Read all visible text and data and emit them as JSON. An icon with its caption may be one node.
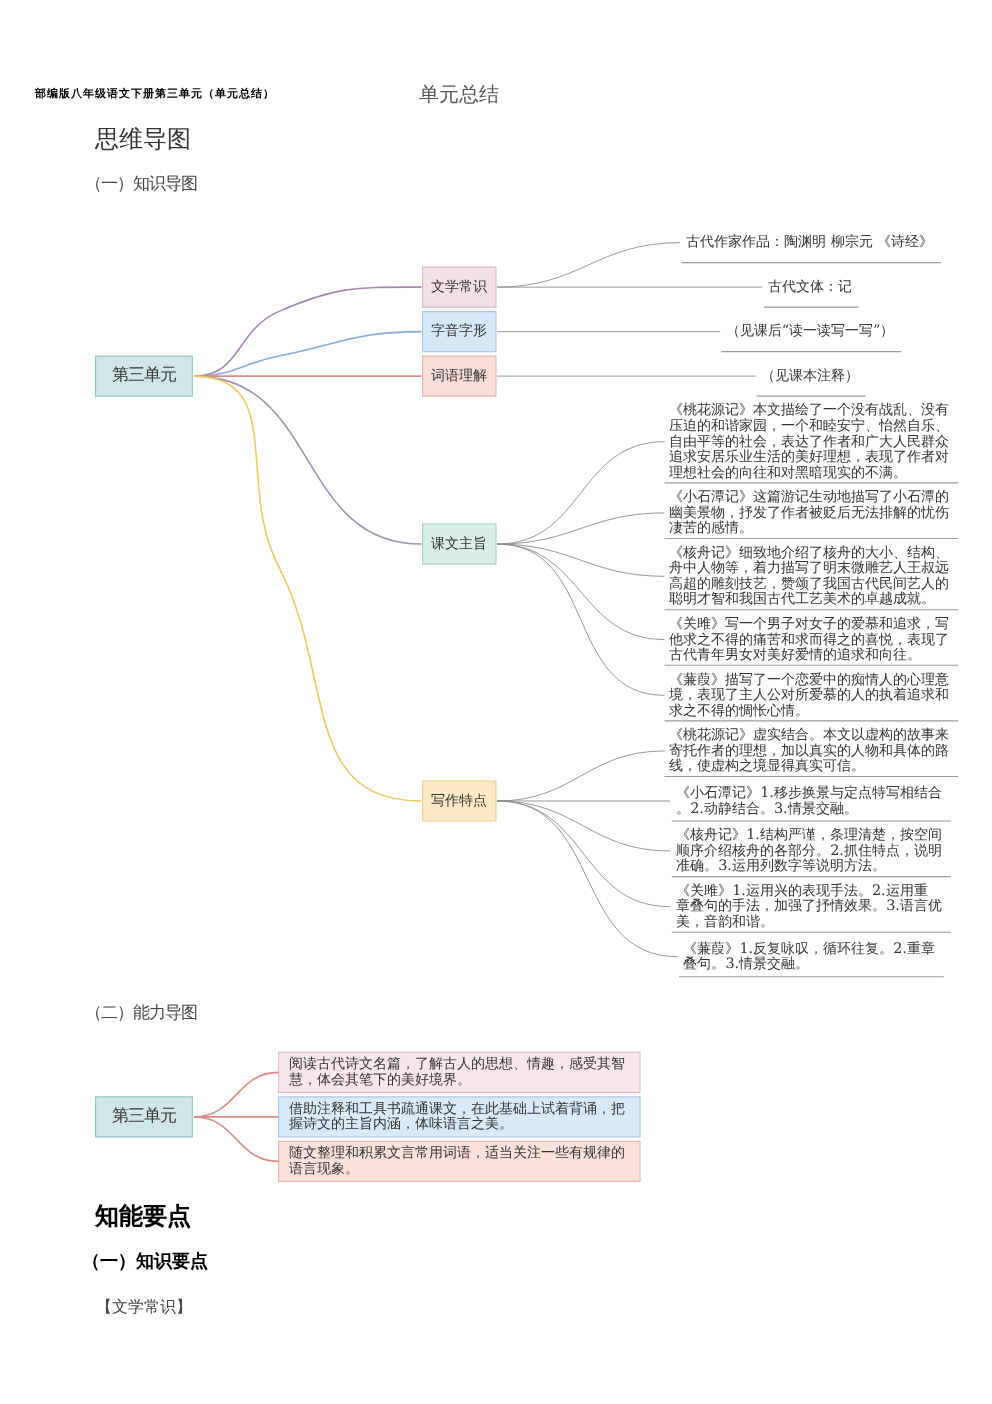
{
  "diagram": {
    "nodes": [
      {
        "text": [
          "第三单元"
        ]
      },
      {
        "text": [
          "文学常识"
        ]
      },
      {
        "text": [
          "古代作家作品：陶渊明 柳宗元 《诗经》"
        ]
      },
      {
        "text": [
          "古代文体：记"
        ]
      },
      {
        "text": [
          "字音字形"
        ]
      },
      {
        "text": [
          "（见课后“读一读写一写”）"
        ]
      },
      {
        "text": [
          "词语理解"
        ]
      },
      {
        "text": [
          "（见课本注释）"
        ]
      },
      {
        "text": [
          "课文主旨"
        ]
      },
      {
        "text": [
          "《桃花源记》本文描绘了一个没有战乱、没有压迫的和谐家园，一个和睦安宁、怡然自乐、自由平等的社会，表达了作者和广大人民群众追求安居乐业生活的美好理想，表现了作者对理想社会的向往和对黑暗现实的不满。"
        ]
      },
      {
        "text": [
          "《小石潭记》这篇游记生动地描写了小石潭的幽美景物，抒发了作者被贬后无法排解的忧伤凄苦的感情。"
        ]
      },
      {
        "text": [
          "《核舟记》细致地介绍了核舟的大小、结构、舟中人物等，着力描写了明末微雕艺人王叔远高超的雕刻技艺，赞颂了我国古代民间艺人的聪明才智和我国古代工艺美术的卓越成就。"
        ]
      },
      {
        "text": [
          "《关雎》写一个男子对女子的爱慕和追求，写他求之不得的痛苦和求而得之的喜悦，表现了古代青年男女对美好爱情的追求和向往。"
        ]
      },
      {
        "text": [
          "《蒹葭》描写了一个恋爱中的痴情人的心理意境，表现了主人公对所爱慕的人的执着追求和求之不得的惆怅心情。"
        ]
      },
      {
        "text": [
          "写作特点"
        ]
      },
      {
        "text": [
          "《桃花源记》虚实结合。本文以虚构的故事来寄托作者的理想，加以真实的人物和具体的路线，使虚构之境显得真实可信。"
        ]
      },
      {
        "text": [
          "《小石潭记》1.移步换景与定点特写相结合。2.动静结合。3.情景交融。"
        ]
      },
      {
        "text": [
          "《核舟记》1.结构严谨，条理清楚，按空间顺序介绍核舟的各部分。2.抓住特点，说明准确。3.运用列数字等说明方法。"
        ]
      },
      {
        "text": [
          "《关雎》1.运用兴的表现手法。2.运用重章叠句的手法，加强了抒情效果。3.语言优美，音韵和谐。"
        ]
      },
      {
        "text": [
          "《蒹葭》1.反复咏叹，循环往复。2.重章叠句。3.情景交融。"
        ]
      },
      {
        "text": [
          "第三单元"
        ]
      },
      {
        "text": [
          "阅读古代诗文名篇，了解古人的思想、情趣，感受其智慧，体会其笔下的美好境界。"
        ]
      },
      {
        "text": [
          "借助注释和工具书疏通课文，在此基础上试着背诵，把握诗文的主旨内涵，体味语言之美。"
        ]
      },
      {
        "text": [
          "随文整理和积累文言常用词语，适当关注一些有规律的语言现象。"
        ]
      }
    ],
    "edges": [
      {
        "from": 0,
        "to": 1,
        "arrow": "none",
        "color": "#a982b4"
      },
      {
        "from": 1,
        "to": 2,
        "arrow": "none"
      },
      {
        "from": 1,
        "to": 3,
        "arrow": "none"
      },
      {
        "from": 0,
        "to": 4,
        "arrow": "none",
        "color": "#86a9d6"
      },
      {
        "from": 4,
        "to": 5,
        "arrow": "none"
      },
      {
        "from": 0,
        "to": 6,
        "arrow": "none",
        "color": "#d98c86"
      },
      {
        "from": 6,
        "to": 7,
        "arrow": "none"
      },
      {
        "from": 0,
        "to": 8,
        "arrow": "none",
        "color": "#9d8fae"
      },
      {
        "from": 8,
        "to": 9,
        "arrow": "none"
      },
      {
        "from": 8,
        "to": 10,
        "arrow": "none"
      },
      {
        "from": 8,
        "to": 11,
        "arrow": "none"
      },
      {
        "from": 8,
        "to": 12,
        "arrow": "none"
      },
      {
        "from": 8,
        "to": 13,
        "arrow": "none"
      },
      {
        "from": 0,
        "to": 14,
        "arrow": "none",
        "color": "#efc75e"
      },
      {
        "from": 14,
        "to": 15,
        "arrow": "none"
      },
      {
        "from": 14,
        "to": 16,
        "arrow": "none"
      },
      {
        "from": 14,
        "to": 17,
        "arrow": "none"
      },
      {
        "from": 14,
        "to": 18,
        "arrow": "none"
      },
      {
        "from": 14,
        "to": 19,
        "arrow": "none"
      },
      {
        "from": 20,
        "to": 21,
        "arrow": "none",
        "color": "#d98c86"
      },
      {
        "from": 20,
        "to": 22,
        "arrow": "none",
        "color": "#d98c86"
      },
      {
        "from": 20,
        "to": 23,
        "arrow": "none",
        "color": "#d98c86"
      }
    ],
    "labels": [
      "部编版八年级语文下册第三单元（单元总结）",
      "单元总结",
      "思维导图",
      "（一）知识导图",
      "（二）能力导图",
      "知能要点",
      "（一）知识要点",
      "【文学常识】"
    ]
  }
}
